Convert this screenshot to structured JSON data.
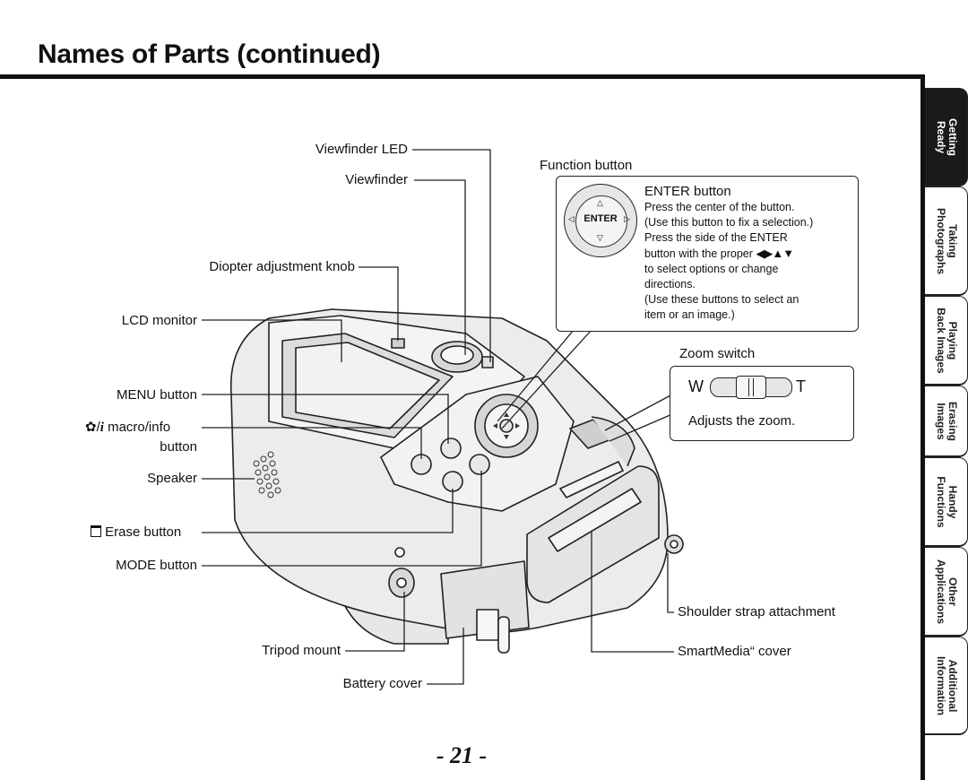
{
  "page": {
    "title": "Names of Parts (continued)",
    "page_number": "- 21 -"
  },
  "labels": {
    "viewfinder_led": "Viewfinder LED",
    "viewfinder": "Viewfinder",
    "diopter": "Diopter adjustment knob",
    "lcd_monitor": "LCD monitor",
    "menu_button": "MENU button",
    "macro_info_1": "macro/info",
    "macro_info_2": "button",
    "speaker": "Speaker",
    "erase_button": "Erase button",
    "mode_button": "MODE button",
    "tripod_mount": "Tripod mount",
    "battery_cover": "Battery cover",
    "function_button": "Function button",
    "zoom_switch": "Zoom switch",
    "shoulder_strap": "Shoulder strap attachment",
    "smartmedia_cover": "SmartMedia“ cover"
  },
  "enter_box": {
    "button_text": "ENTER",
    "heading": "ENTER button",
    "lines": [
      "Press the center of the button.",
      "(Use this button to fix a selection.)",
      "Press the side of the ENTER",
      "button with the proper",
      "to select options or change",
      "directions.",
      "(Use these buttons to select an",
      "item or an image.)"
    ]
  },
  "zoom_box": {
    "w": "W",
    "t": "T",
    "caption": "Adjusts the zoom."
  },
  "tabs": [
    {
      "line1": "Getting",
      "line2": "Ready",
      "active": true
    },
    {
      "line1": "Taking",
      "line2": "Photographs",
      "active": false
    },
    {
      "line1": "Playing",
      "line2": "Back Images",
      "active": false
    },
    {
      "line1": "Erasing",
      "line2": "Images",
      "active": false
    },
    {
      "line1": "Handy",
      "line2": "Functions",
      "active": false
    },
    {
      "line1": "Other",
      "line2": "Applications",
      "active": false
    },
    {
      "line1": "Additional",
      "line2": "Information",
      "active": false
    }
  ]
}
